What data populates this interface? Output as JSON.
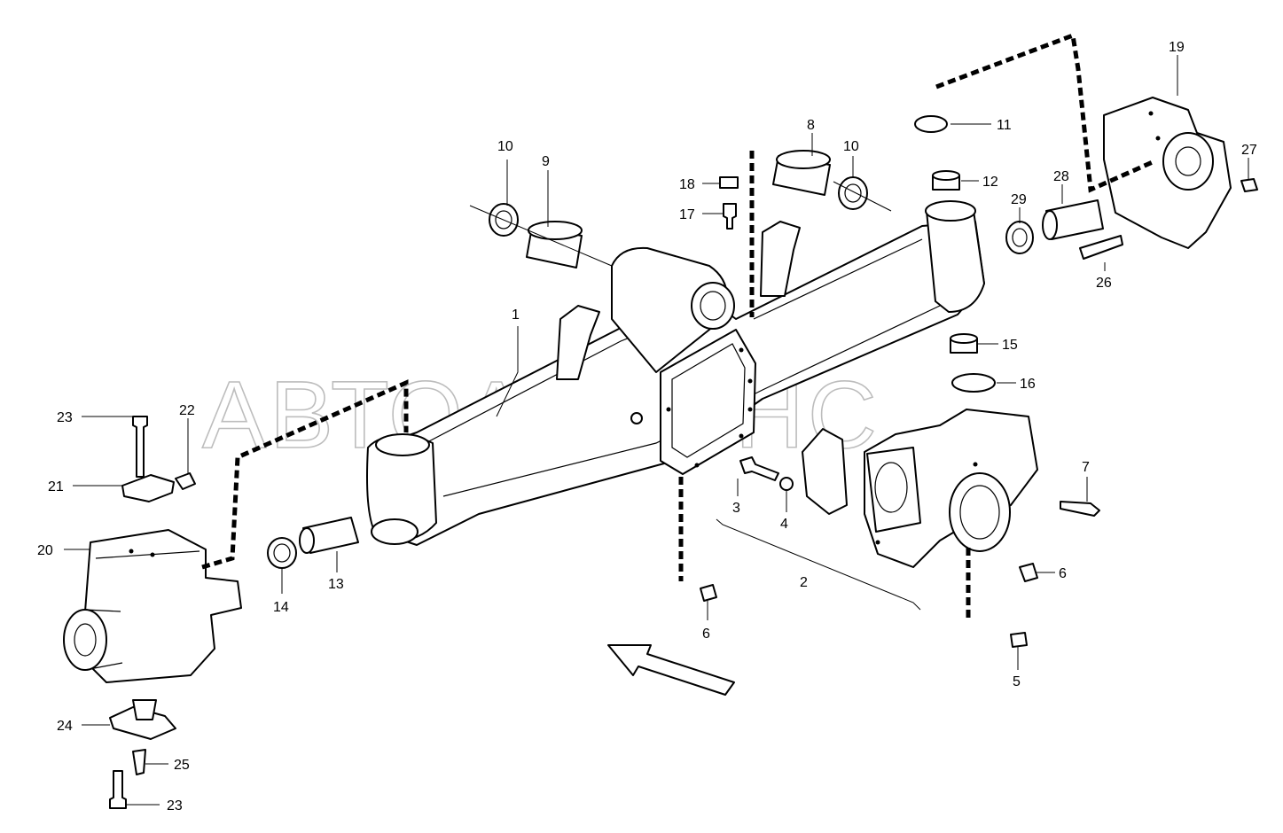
{
  "watermark": "АВТОАЛЬЯНС",
  "callouts": {
    "c1": "1",
    "c2": "2",
    "c3": "3",
    "c4": "4",
    "c5": "5",
    "c6a": "6",
    "c6b": "6",
    "c7": "7",
    "c8": "8",
    "c9": "9",
    "c10a": "10",
    "c10b": "10",
    "c11": "11",
    "c12": "12",
    "c13": "13",
    "c14": "14",
    "c15": "15",
    "c16": "16",
    "c17": "17",
    "c18": "18",
    "c19": "19",
    "c20": "20",
    "c21": "21",
    "c22": "22",
    "c23a": "23",
    "c23b": "23",
    "c24": "24",
    "c25": "25",
    "c26": "26",
    "c27": "27",
    "c28": "28",
    "c29": "29"
  }
}
